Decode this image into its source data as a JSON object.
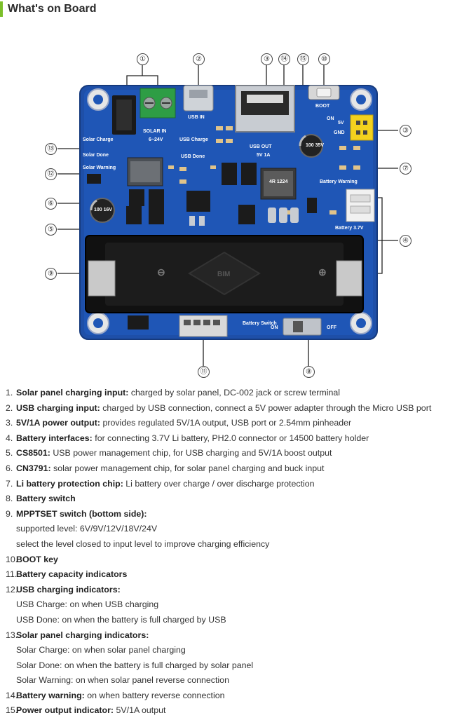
{
  "header": {
    "title": "What's on Board"
  },
  "callouts": [
    "①",
    "②",
    "③",
    "⑭",
    "⑮",
    "⑩",
    "③",
    "⑦",
    "④",
    "⑬",
    "⑫",
    "⑥",
    "⑤",
    "⑨",
    "⑪",
    "⑧"
  ],
  "board_labels": {
    "solar_in": "SOLAR IN",
    "voltage": "6~24V",
    "usb_in": "USB IN",
    "usb_out": "USB OUT",
    "usb_out_rating": "5V 1A",
    "boot": "BOOT",
    "on_top": "ON",
    "five_v": "5V",
    "gnd": "GND",
    "battery_warning": "Battery Warning",
    "battery": "Battery 3.7V",
    "solar_charge": "Solar Charge",
    "solar_done": "Solar Done",
    "solar_warning": "Solar Warning",
    "usb_charge": "USB Charge",
    "usb_done": "USB Done",
    "battery_switch": "Battery Switch",
    "on": "ON",
    "off": "OFF",
    "inductor": "4R 1224",
    "cap_top": "100 35V",
    "cap_left": "100 16V",
    "holder_mark": "BIM",
    "minus": "⊖",
    "plus": "⊕"
  },
  "items": [
    {
      "num": "1.",
      "title": "Solar panel charging input:",
      "desc": " charged by solar panel, DC-002 jack or screw terminal"
    },
    {
      "num": "2.",
      "title": "USB charging input:",
      "desc": " charged by USB connection, connect a 5V power adapter through the Micro USB port"
    },
    {
      "num": "3.",
      "title": "5V/1A power output:",
      "desc": " provides regulated 5V/1A output, USB port or 2.54mm pinheader"
    },
    {
      "num": "4.",
      "title": "Battery interfaces:",
      "desc": " for connecting 3.7V Li battery, PH2.0 connector or 14500 battery holder"
    },
    {
      "num": "5.",
      "title": "CS8501:",
      "desc": " USB power management chip, for USB charging and 5V/1A boost output"
    },
    {
      "num": "6.",
      "title": "CN3791:",
      "desc": " solar power management chip, for solar panel charging and buck input"
    },
    {
      "num": "7.",
      "title": "Li battery protection chip:",
      "desc": " Li battery over charge / over discharge protection"
    },
    {
      "num": "8.",
      "title": "Battery switch",
      "desc": ""
    },
    {
      "num": "9.",
      "title": "MPPTSET switch (bottom side):",
      "desc": "",
      "subs": [
        "supported level: 6V/9V/12V/18V/24V",
        "select the level closed to input level to improve charging efficiency"
      ]
    },
    {
      "num": "10.",
      "title": "BOOT key",
      "desc": ""
    },
    {
      "num": "11.",
      "title": "Battery capacity indicators",
      "desc": ""
    },
    {
      "num": "12.",
      "title": "USB charging indicators:",
      "desc": "",
      "subs": [
        "USB Charge: on when USB charging",
        "USB Done: on when the battery is full charged by USB"
      ]
    },
    {
      "num": "13.",
      "title": "Solar panel charging indicators:",
      "desc": "",
      "subs": [
        "Solar Charge: on when solar panel charging",
        "Solar Done: on when the battery is full charged by solar panel",
        "Solar Warning: on when solar panel reverse connection"
      ]
    },
    {
      "num": "14.",
      "title": "Battery warning:",
      "desc": " on when battery reverse connection"
    },
    {
      "num": "15.",
      "title": "Power output indicator:",
      "desc": " 5V/1A output"
    }
  ]
}
